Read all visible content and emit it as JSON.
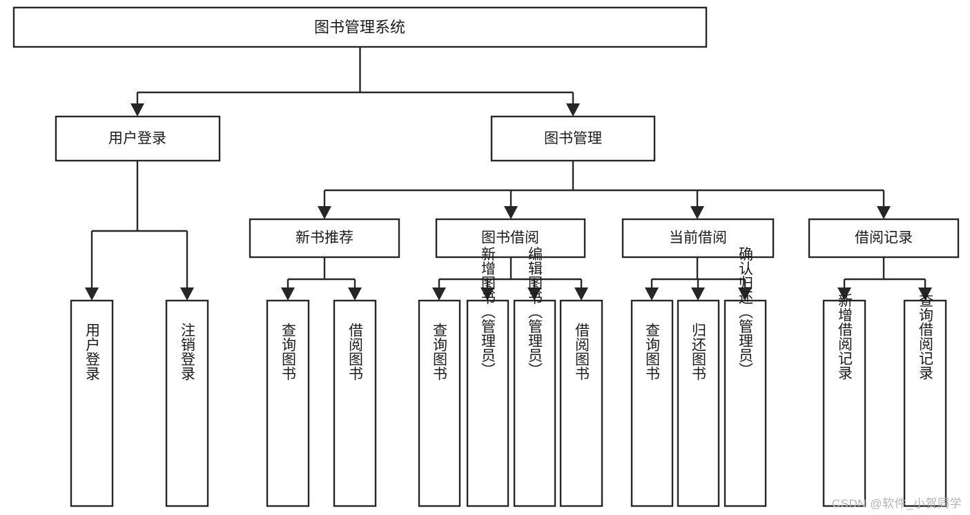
{
  "diagram": {
    "type": "tree-hierarchy-flowchart",
    "orientation": "top-down",
    "title": "图书管理系统",
    "colors": {
      "node_fill": "#ffffff",
      "node_stroke": "#262626",
      "edge": "#262626",
      "text": "#1b1b1b",
      "background": "#ffffff",
      "watermark": "#b3b3b3"
    },
    "nodes": {
      "root": {
        "label": "图书管理系统",
        "level": 1,
        "text_orientation": "horizontal"
      },
      "user_login": {
        "label": "用户登录",
        "level": 2,
        "text_orientation": "horizontal"
      },
      "book_manage": {
        "label": "图书管理",
        "level": 2,
        "text_orientation": "horizontal"
      },
      "new_book_rec": {
        "label": "新书推荐",
        "level": 3,
        "text_orientation": "horizontal"
      },
      "book_borrow": {
        "label": "图书借阅",
        "level": 3,
        "text_orientation": "horizontal"
      },
      "current_borrow": {
        "label": "当前借阅",
        "level": 3,
        "text_orientation": "horizontal"
      },
      "borrow_record": {
        "label": "借阅记录",
        "level": 3,
        "text_orientation": "horizontal"
      },
      "leaf_user_login": {
        "label": "用户登录",
        "level": 4,
        "text_orientation": "vertical"
      },
      "leaf_logout": {
        "label": "注销登录",
        "level": 4,
        "text_orientation": "vertical"
      },
      "leaf_query_book_1": {
        "label": "查询图书",
        "level": 4,
        "text_orientation": "vertical"
      },
      "leaf_borrow_book_1": {
        "label": "借阅图书",
        "level": 4,
        "text_orientation": "vertical"
      },
      "leaf_query_book_2": {
        "label": "查询图书",
        "level": 4,
        "text_orientation": "vertical"
      },
      "leaf_add_book": {
        "label": "新增图书（管理员）",
        "level": 4,
        "text_orientation": "vertical"
      },
      "leaf_edit_book": {
        "label": "编辑图书（管理员）",
        "level": 4,
        "text_orientation": "vertical"
      },
      "leaf_borrow_book_2": {
        "label": "借阅图书",
        "level": 4,
        "text_orientation": "vertical"
      },
      "leaf_query_book_3": {
        "label": "查询图书",
        "level": 4,
        "text_orientation": "vertical"
      },
      "leaf_return_book": {
        "label": "归还图书",
        "level": 4,
        "text_orientation": "vertical"
      },
      "leaf_confirm_return": {
        "label": "确认归还（管理员）",
        "level": 4,
        "text_orientation": "vertical"
      },
      "leaf_add_record": {
        "label": "新增借阅记录",
        "level": 4,
        "text_orientation": "vertical"
      },
      "leaf_query_record": {
        "label": "查询借阅记录",
        "level": 4,
        "text_orientation": "vertical"
      }
    },
    "edges": [
      {
        "from": "root",
        "to": "user_login"
      },
      {
        "from": "root",
        "to": "book_manage"
      },
      {
        "from": "user_login",
        "to": "leaf_user_login"
      },
      {
        "from": "user_login",
        "to": "leaf_logout"
      },
      {
        "from": "book_manage",
        "to": "new_book_rec"
      },
      {
        "from": "book_manage",
        "to": "book_borrow"
      },
      {
        "from": "book_manage",
        "to": "current_borrow"
      },
      {
        "from": "book_manage",
        "to": "borrow_record"
      },
      {
        "from": "new_book_rec",
        "to": "leaf_query_book_1"
      },
      {
        "from": "new_book_rec",
        "to": "leaf_borrow_book_1"
      },
      {
        "from": "book_borrow",
        "to": "leaf_query_book_2"
      },
      {
        "from": "book_borrow",
        "to": "leaf_add_book"
      },
      {
        "from": "book_borrow",
        "to": "leaf_edit_book"
      },
      {
        "from": "book_borrow",
        "to": "leaf_borrow_book_2"
      },
      {
        "from": "current_borrow",
        "to": "leaf_query_book_3"
      },
      {
        "from": "current_borrow",
        "to": "leaf_return_book"
      },
      {
        "from": "current_borrow",
        "to": "leaf_confirm_return"
      },
      {
        "from": "borrow_record",
        "to": "leaf_add_record"
      },
      {
        "from": "borrow_record",
        "to": "leaf_query_record"
      }
    ]
  },
  "watermark": {
    "text": "CSDN @软件_小贺同学"
  }
}
